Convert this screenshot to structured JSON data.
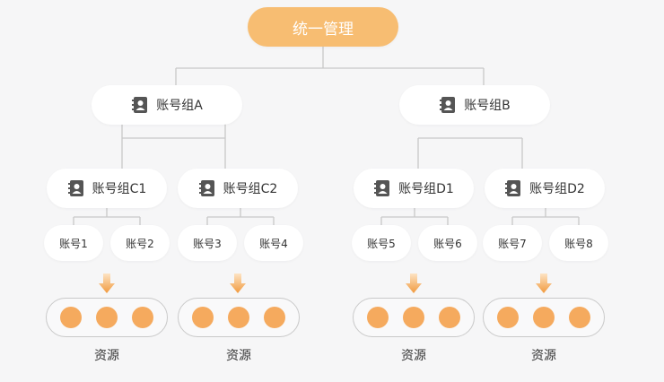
{
  "root": {
    "label": "统一管理"
  },
  "groups": [
    {
      "label": "账号组A",
      "icon": "contact-book-icon"
    },
    {
      "label": "账号组B",
      "icon": "contact-book-icon"
    }
  ],
  "subgroups": [
    {
      "label": "账号组C1",
      "accounts": [
        "账号1",
        "账号2"
      ]
    },
    {
      "label": "账号组C2",
      "accounts": [
        "账号3",
        "账号4"
      ]
    },
    {
      "label": "账号组D1",
      "accounts": [
        "账号5",
        "账号6"
      ]
    },
    {
      "label": "账号组D2",
      "accounts": [
        "账号7",
        "账号8"
      ]
    }
  ],
  "resource_label": "资源",
  "colors": {
    "accent": "#f7bd72",
    "dot": "#f5aa5e",
    "line": "#c8c8c8"
  }
}
